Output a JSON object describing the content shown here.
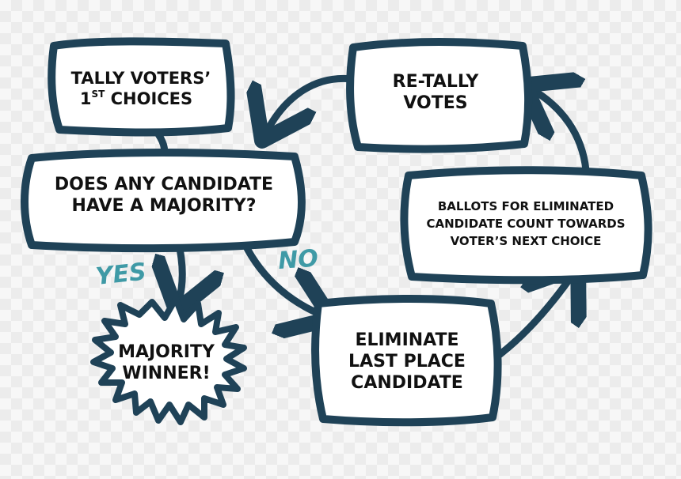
{
  "colors": {
    "outline": "#1f4257",
    "box_fill": "#ffffff",
    "label_yes": "#3f9aa6",
    "label_no": "#3f9aa6",
    "text": "#111111"
  },
  "nodes": {
    "tally": {
      "line1": "TALLY VOTERS’",
      "line2_main": "1",
      "line2_sup": "ST",
      "line2_rest": " CHOICES"
    },
    "majority_question": {
      "line1": "DOES ANY CANDIDATE",
      "line2": "HAVE A MAJORITY?"
    },
    "winner": {
      "line1": "MAJORITY",
      "line2": "WINNER!"
    },
    "eliminate": {
      "line1": "ELIMINATE",
      "line2": "LAST PLACE",
      "line3": "CANDIDATE"
    },
    "transfer": {
      "line1": "BALLOTS FOR ELIMINATED",
      "line2": "CANDIDATE COUNT TOWARDS",
      "line3": "VOTER’S NEXT CHOICE"
    },
    "retally": {
      "line1": "RE-TALLY",
      "line2": "VOTES"
    }
  },
  "edges": {
    "yes_label": "YES",
    "no_label": "NO"
  }
}
